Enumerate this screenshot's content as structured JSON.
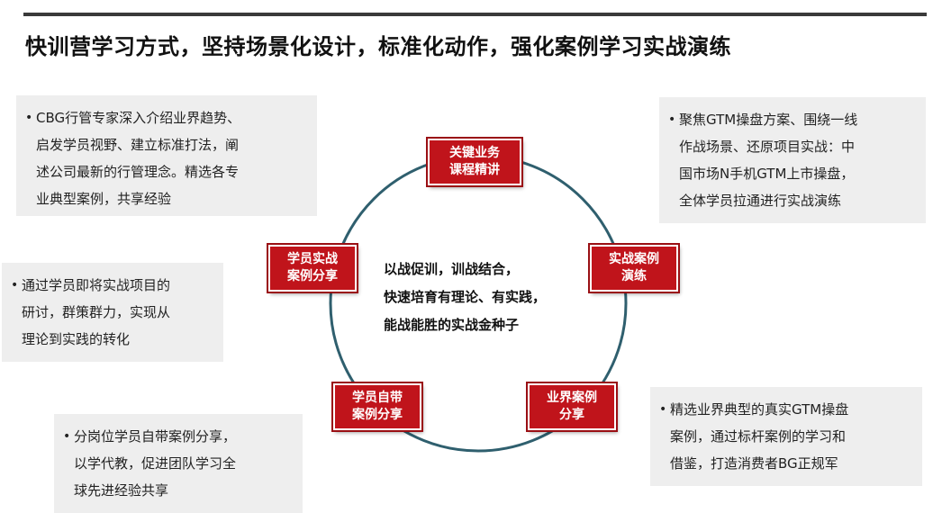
{
  "title": "快训营学习方式，坚持场景化设计，标准化动作，强化案例学习实战演练",
  "center_text": [
    "以战促训，训战结合，",
    "快速培育有理论、有实践，",
    "能战能胜的实战金种子"
  ],
  "nodes": {
    "top": [
      "关键业务",
      "课程精讲"
    ],
    "right": [
      "实战案例",
      "演练"
    ],
    "bottom_right": [
      "业界案例",
      "分享"
    ],
    "bottom_left": [
      "学员自带",
      "案例分享"
    ],
    "left": [
      "学员实战",
      "案例分享"
    ]
  },
  "notes": {
    "top_left": [
      "CBG行管专家深入介绍业界趋势、",
      "启发学员视野、建立标准打法，阐",
      "述公司最新的行管理念。精选各专",
      "业典型案例，共享经验"
    ],
    "mid_left": [
      "通过学员即将实战项目的",
      "研讨，群策群力，实现从",
      "理论到实践的转化"
    ],
    "bottom_left": [
      "分岗位学员自带案例分享，",
      "以学代教，促进团队学习全",
      "球先进经验共享"
    ],
    "top_right": [
      "聚焦GTM操盘方案、围绕一线",
      "作战场景、还原项目实战：中",
      "国市场N手机GTM上市操盘，",
      "全体学员拉通进行实战演练"
    ],
    "bottom_right": [
      "精选业界典型的真实GTM操盘",
      "案例，通过标杆案例的学习和",
      "借鉴，打造消费者BG正规军"
    ]
  },
  "bullet_symbol": "•",
  "colors": {
    "node_fill": "#c0141b",
    "ring": "#2f5f6e",
    "note_bg": "#eeeeee"
  }
}
